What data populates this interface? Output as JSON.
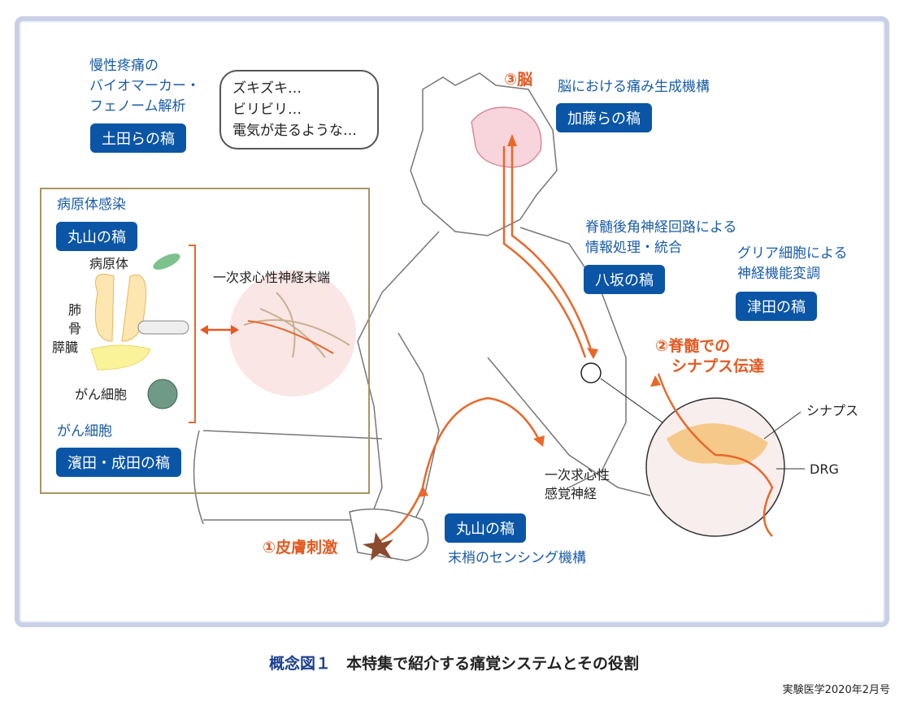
{
  "biomarker": {
    "lines": [
      "慢性疼痛の",
      "バイオマーカー・",
      "フェノーム解析"
    ],
    "tag": "土田らの稿"
  },
  "bubble": {
    "lines": [
      "ズキズキ…",
      "ビリビリ…",
      "電気が走るような…"
    ]
  },
  "brain": {
    "label": "③脳",
    "desc": "脳における痛み生成機構",
    "tag": "加藤らの稿"
  },
  "dorsal": {
    "lines": [
      "脊髄後角神経回路による",
      "情報処理・統合"
    ],
    "tag": "八坂の稿"
  },
  "glia": {
    "lines": [
      "グリア細胞による",
      "神経機能変調"
    ],
    "tag": "津田の稿"
  },
  "synapse": {
    "lines": [
      "②脊髄での",
      "シナプス伝達"
    ],
    "synapse_label": "シナプス",
    "drg_label": "DRG"
  },
  "inset": {
    "infection": "病原体感染",
    "tag1": "丸山の稿",
    "pathogen": "病原体",
    "lung": "肺",
    "bone": "骨",
    "pancreas": "膵臓",
    "cancer_cell": "がん細胞",
    "cancer_heading": "がん細胞",
    "tag2": "濱田・成田の稿",
    "nerve_end": "一次求心性神経末端"
  },
  "sensory": {
    "lines": [
      "一次求心性",
      "感覚神経"
    ]
  },
  "peripheral": {
    "tag": "丸山の稿",
    "desc": "末梢のセンシング機構"
  },
  "skin": {
    "label": "①皮膚刺激"
  },
  "caption": {
    "prefix": "概念図１",
    "title": "本特集で紹介する痛覚システムとその役割"
  },
  "credit": "実験医学2020年2月号",
  "colors": {
    "blue": "#0a55a6",
    "orange": "#e45a22",
    "frame": "#c9d0e6"
  }
}
